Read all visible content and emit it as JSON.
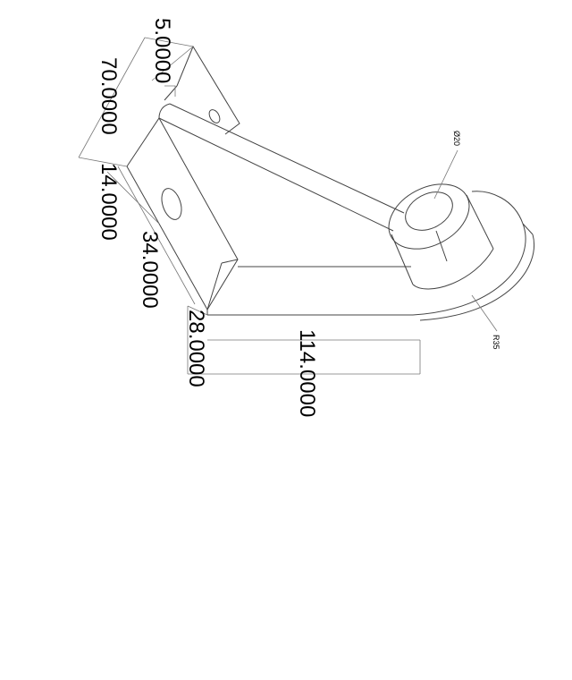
{
  "drawing": {
    "line_color": "#444444",
    "dimension_color": "#777777",
    "background": "#ffffff"
  },
  "dimensions": {
    "d_5": "5.0000",
    "d_70": "70.0000",
    "d_14": "14.0000",
    "d_34": "34.0000",
    "d_28": "28.0000",
    "d_114": "114.0000"
  },
  "callouts": {
    "diameter": "Ø20",
    "radius": "R35"
  }
}
